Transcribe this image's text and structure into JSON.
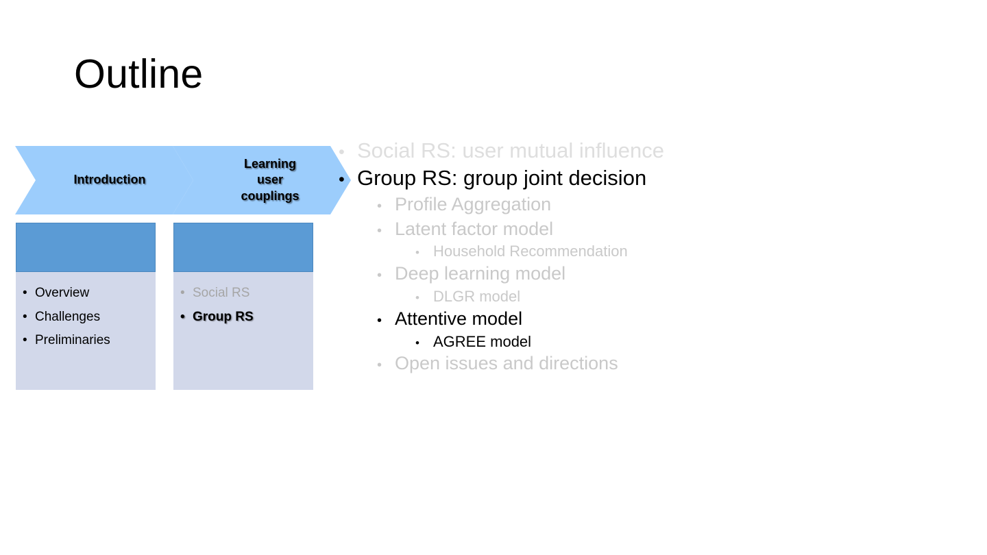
{
  "slide": {
    "title": "Outline"
  },
  "diagram": {
    "chevrons": [
      {
        "label": "Introduction",
        "lines": [
          "Introduction"
        ]
      },
      {
        "label": "Learning user couplings",
        "lines": [
          "Learning",
          "user",
          "couplings"
        ]
      }
    ],
    "boxes": [
      {
        "items": [
          {
            "text": "Overview",
            "state": "normal"
          },
          {
            "text": "Challenges",
            "state": "normal"
          },
          {
            "text": "Preliminaries",
            "state": "normal"
          }
        ]
      },
      {
        "items": [
          {
            "text": "Social RS",
            "state": "muted"
          },
          {
            "text": "Group RS",
            "state": "active"
          }
        ]
      }
    ]
  },
  "outline": {
    "items": [
      {
        "text": "Social RS: user mutual influence",
        "level": 1,
        "state": "dim"
      },
      {
        "text": "Group RS: group joint decision",
        "level": 1,
        "state": "dark"
      },
      {
        "text": "Profile Aggregation",
        "level": 2,
        "state": "gray"
      },
      {
        "text": "Latent factor model",
        "level": 2,
        "state": "gray"
      },
      {
        "text": "Household  Recommendation",
        "level": 3,
        "state": "gray"
      },
      {
        "text": "Deep learning model",
        "level": 2,
        "state": "gray"
      },
      {
        "text": "DLGR model",
        "level": 3,
        "state": "gray"
      },
      {
        "text": "Attentive model",
        "level": 2,
        "state": "dark"
      },
      {
        "text": "AGREE model",
        "level": 3,
        "state": "dark"
      },
      {
        "text": "Open issues and directions",
        "level": 2,
        "state": "gray"
      }
    ]
  },
  "icons": {
    "bullet": "•"
  },
  "colors": {
    "chevron_fill": "#9CCDFC",
    "box_header": "#5B9BD5",
    "box_body": "#D2D8EA",
    "text_dark": "#000000",
    "text_gray": "#C9C9C9",
    "text_gray_light": "#DEDEDE",
    "background": "#FFFFFF"
  }
}
